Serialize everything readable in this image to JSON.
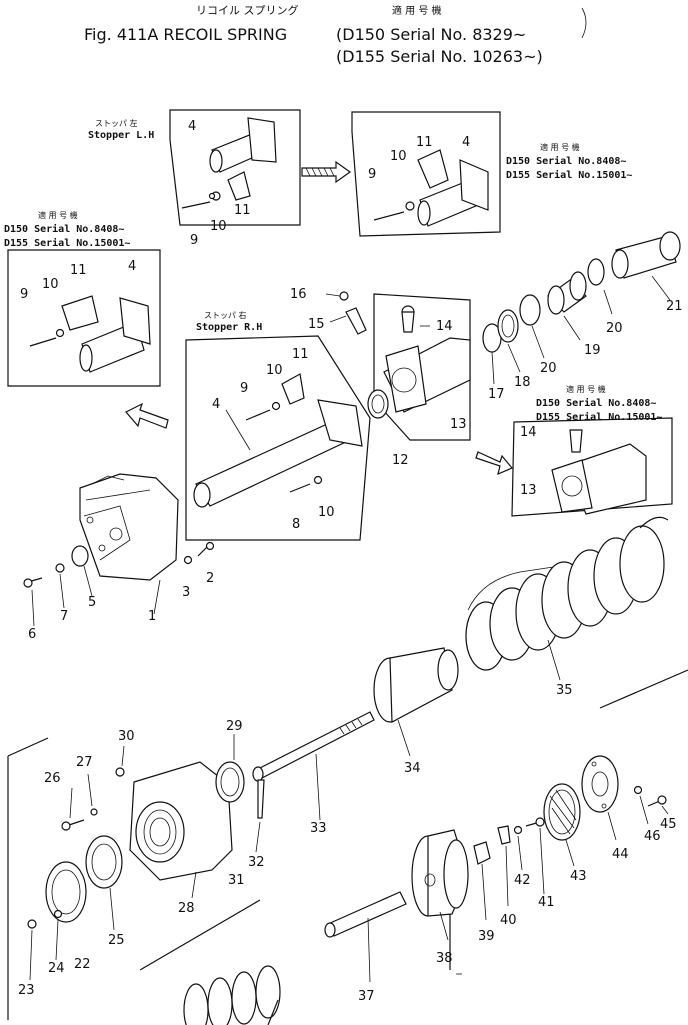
{
  "title": {
    "line1_jp": "リコイル スプリング",
    "line1_apply": "適 用 号 機",
    "line2": "Fig. 411A  RECOIL SPRING",
    "serial1": "(D150  Serial  No. 8329~",
    "serial2": "(D155  Serial  No. 10263~)"
  },
  "insets": {
    "stopper_lh": {
      "jp": "ストッパ 左",
      "en": "Stopper L.H"
    },
    "stopper_rh": {
      "jp": "ストッパ 右",
      "en": "Stopper R.H"
    },
    "apply_jp": "適 用 号 機",
    "serial_d150": "D150 Serial  No.8408~",
    "serial_d155": "D155 Serial  No.15001~"
  },
  "parts": [
    "1",
    "2",
    "3",
    "4",
    "5",
    "6",
    "7",
    "8",
    "9",
    "10",
    "11",
    "12",
    "13",
    "14",
    "15",
    "16",
    "17",
    "18",
    "19",
    "20",
    "21",
    "22",
    "23",
    "24",
    "25",
    "26",
    "27",
    "28",
    "29",
    "30",
    "31",
    "32",
    "33",
    "34",
    "35",
    "37",
    "38",
    "39",
    "40",
    "41",
    "42",
    "43",
    "44",
    "45",
    "46"
  ]
}
